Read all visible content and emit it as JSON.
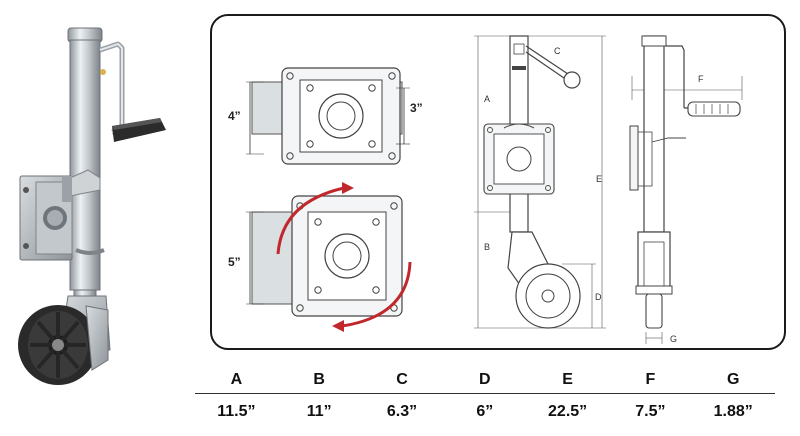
{
  "diagram": {
    "mounting_views": {
      "top_dims": [
        "4”",
        "3”"
      ],
      "bottom_dim": "5”"
    },
    "front_view_labels": [
      "A",
      "B",
      "C",
      "D",
      "E"
    ],
    "side_view_labels": [
      "F",
      "G"
    ]
  },
  "spec_table": {
    "columns": [
      {
        "letter": "A",
        "value": "11.5”"
      },
      {
        "letter": "B",
        "value": "11”"
      },
      {
        "letter": "C",
        "value": "6.3”"
      },
      {
        "letter": "D",
        "value": "6”"
      },
      {
        "letter": "E",
        "value": "22.5”"
      },
      {
        "letter": "F",
        "value": "7.5”"
      },
      {
        "letter": "G",
        "value": "1.88”"
      }
    ]
  },
  "colors": {
    "accent_arrow": "#c0282d",
    "steel": "#b9bfc4",
    "line": "#444444"
  }
}
